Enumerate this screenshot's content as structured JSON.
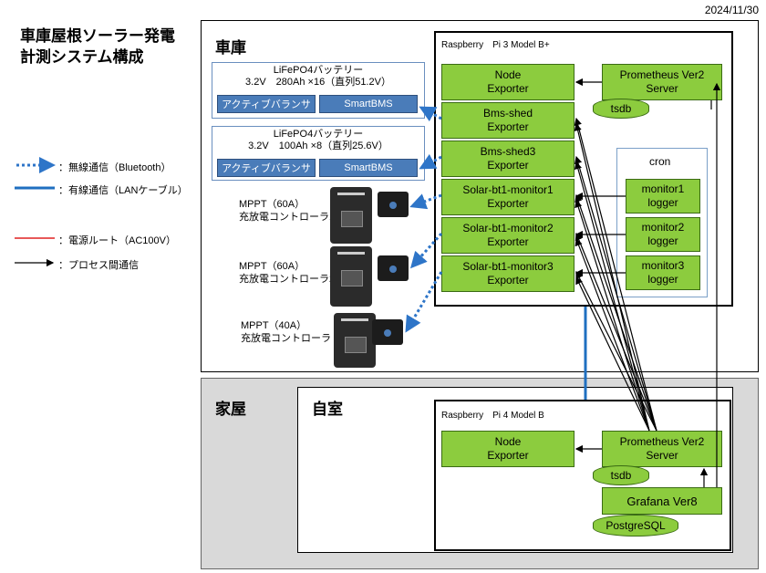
{
  "date": "2024/11/30",
  "title": [
    "車庫屋根ソーラー発電",
    "計測システム構成"
  ],
  "legend": [
    {
      "label": "：無線通信（Bluetooth）"
    },
    {
      "label": "：有線通信（LANケーブル）"
    },
    {
      "label": "：電源ルート（AC100V）"
    },
    {
      "label": "：プロセス間通信"
    }
  ],
  "garage": {
    "label": "車庫",
    "battery1": {
      "line1": "LiFePO4バッテリー",
      "line2": "3.2V　280Ah ×16（直列51.2V）",
      "balancer": "アクティブバランサ",
      "bms": "SmartBMS"
    },
    "battery2": {
      "line1": "LiFePO4バッテリー",
      "line2": "3.2V　100Ah ×8（直列25.6V）",
      "balancer": "アクティブバランサ",
      "bms": "SmartBMS"
    },
    "mppt": [
      {
        "line1": "MPPT（60A）",
        "line2": "充放電コントローラ1"
      },
      {
        "line1": "MPPT（60A）",
        "line2": "充放電コントローラ2"
      },
      {
        "line1": "MPPT（40A）",
        "line2": "充放電コントローラ"
      }
    ],
    "pi3": {
      "label": "Raspberry　Pi 3 Model B+",
      "exporters": [
        {
          "line1": "Node",
          "line2": "Exporter"
        },
        {
          "line1": "Bms-shed",
          "line2": "Exporter"
        },
        {
          "line1": "Bms-shed3",
          "line2": "Exporter"
        },
        {
          "line1": "Solar-bt1-monitor1",
          "line2": "Exporter"
        },
        {
          "line1": "Solar-bt1-monitor2",
          "line2": "Exporter"
        },
        {
          "line1": "Solar-bt1-monitor3",
          "line2": "Exporter"
        }
      ],
      "prometheus": {
        "line1": "Prometheus Ver2",
        "line2": "Server"
      },
      "tsdb": "tsdb",
      "cron": {
        "label": "cron",
        "loggers": [
          {
            "line1": "monitor1",
            "line2": "logger"
          },
          {
            "line1": "monitor2",
            "line2": "logger"
          },
          {
            "line1": "monitor3",
            "line2": "logger"
          }
        ]
      }
    }
  },
  "house": {
    "label": "家屋",
    "room": {
      "label": "自室",
      "pi4": {
        "label": "Raspberry　Pi 4 Model B",
        "node": {
          "line1": "Node",
          "line2": "Exporter"
        },
        "prometheus": {
          "line1": "Prometheus Ver2",
          "line2": "Server"
        },
        "tsdb": "tsdb",
        "grafana": "Grafana Ver8",
        "postgres": "PostgreSQL"
      }
    }
  },
  "colors": {
    "green": "#8ccc3e",
    "blue_box": "#4a7cb9",
    "wireless": "#2e75c8",
    "wired": "#1f6fc0",
    "power": "#e02020",
    "process": "#000000"
  }
}
